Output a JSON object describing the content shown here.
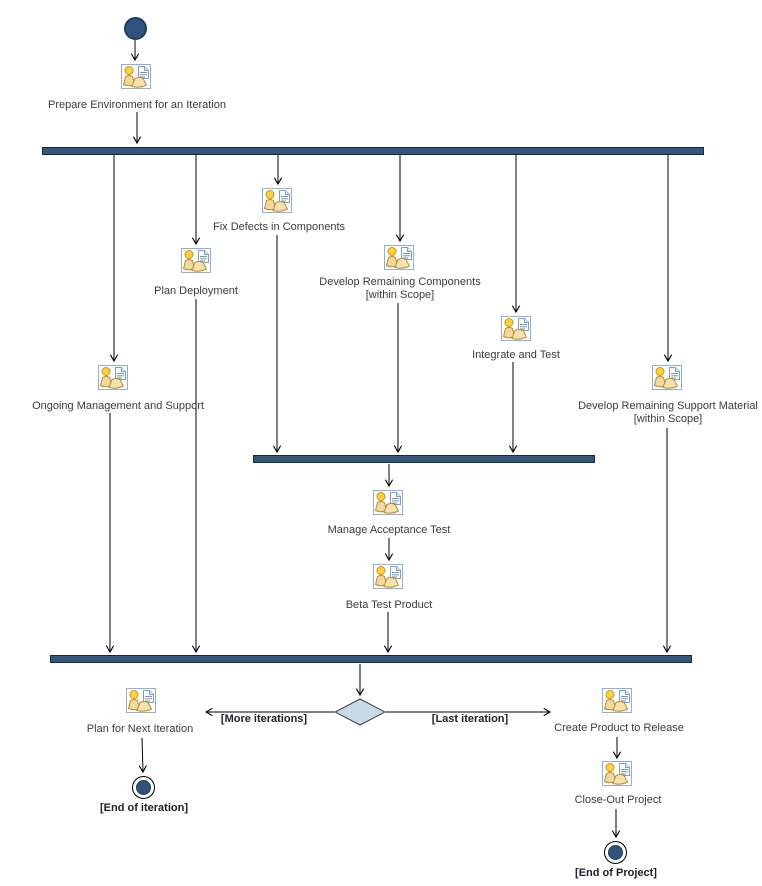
{
  "diagram": {
    "type": "uml-activity-diagram",
    "activities": {
      "prepare_environment": "Prepare Environment for an Iteration",
      "fix_defects": "Fix Defects in Components",
      "plan_deployment": "Plan Deployment",
      "develop_components": {
        "line1": "Develop Remaining Components",
        "line2": "[within Scope]"
      },
      "integrate_test": "Integrate and Test",
      "ongoing_mgmt": "Ongoing Management and Support",
      "develop_support": {
        "line1": "Develop Remaining Support Material",
        "line2": "[within Scope]"
      },
      "manage_acceptance": "Manage Acceptance Test",
      "beta_test": "Beta Test Product",
      "plan_next_iteration": "Plan for Next Iteration",
      "create_product": "Create Product to Release",
      "close_out": "Close-Out Project"
    },
    "guards": {
      "more_iterations": "[More iterations]",
      "last_iteration": "[Last iteration]"
    },
    "terminals": {
      "end_iteration": "[End of iteration]",
      "end_project": "[End of Project]"
    },
    "colors": {
      "sync_bar": "#33567a",
      "node_fill": "#31527b",
      "diamond_fill": "#c9d9ea",
      "text": "#3a3a44"
    }
  }
}
